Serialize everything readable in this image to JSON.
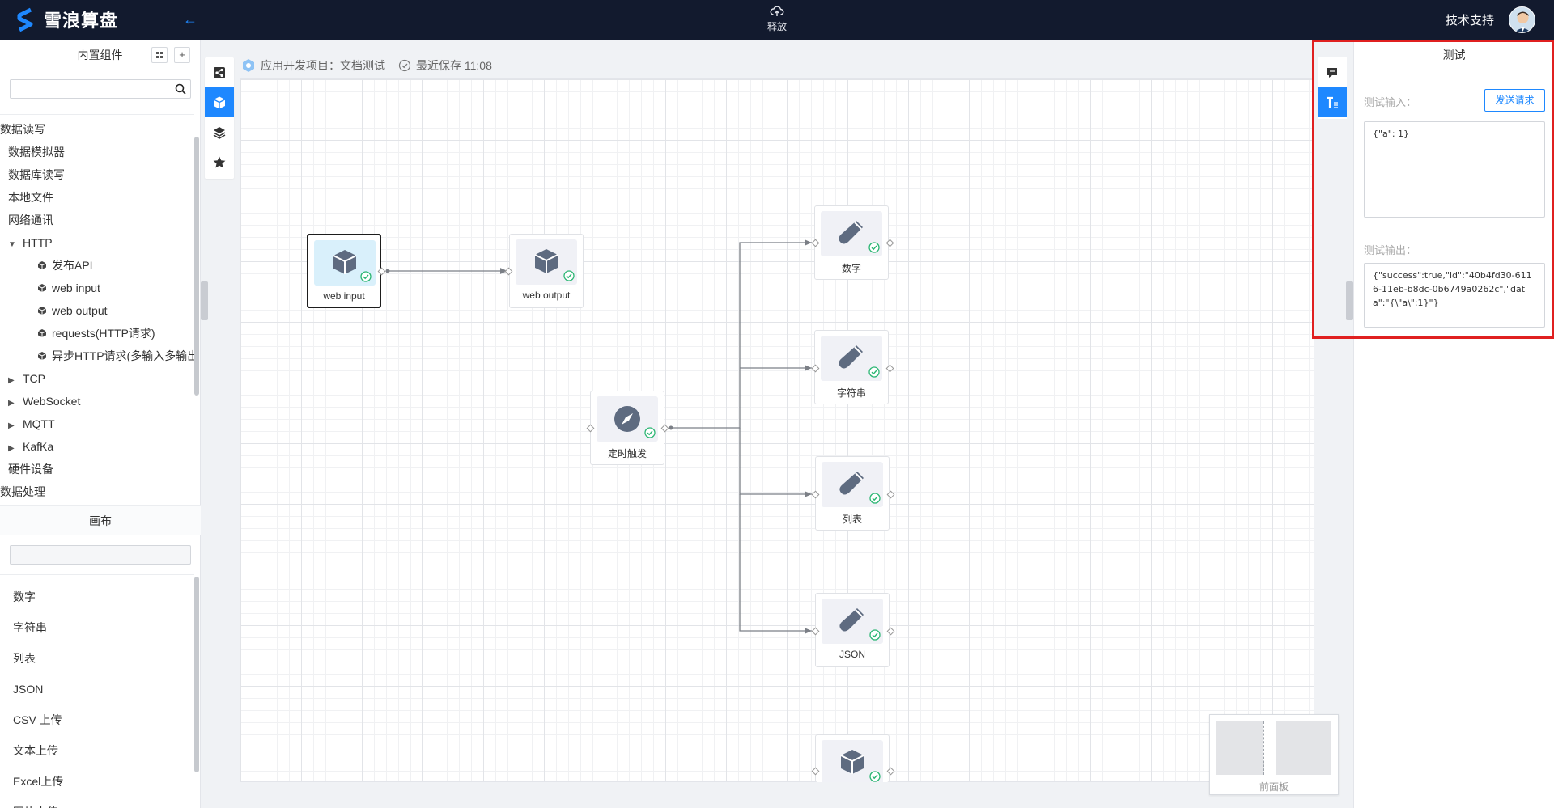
{
  "app": {
    "brand": "雪浪算盘",
    "release_label": "释放",
    "support_label": "技术支持"
  },
  "left_panel": {
    "title": "内置组件",
    "tree": [
      {
        "label": "数据读写",
        "indent": 0,
        "caret": "",
        "cube": false
      },
      {
        "label": "数据模拟器",
        "indent": 1,
        "caret": "",
        "cube": false
      },
      {
        "label": "数据库读写",
        "indent": 1,
        "caret": "",
        "cube": false
      },
      {
        "label": "本地文件",
        "indent": 1,
        "caret": "",
        "cube": false
      },
      {
        "label": "网络通讯",
        "indent": 1,
        "caret": "",
        "cube": false
      },
      {
        "label": "HTTP",
        "indent": 2,
        "caret": "▼",
        "cube": false
      },
      {
        "label": "发布API",
        "indent": 3,
        "caret": "",
        "cube": true
      },
      {
        "label": "web input",
        "indent": 3,
        "caret": "",
        "cube": true
      },
      {
        "label": "web output",
        "indent": 3,
        "caret": "",
        "cube": true
      },
      {
        "label": "requests(HTTP请求)",
        "indent": 3,
        "caret": "",
        "cube": true
      },
      {
        "label": "异步HTTP请求(多输入多输出)",
        "indent": 3,
        "caret": "",
        "cube": true
      },
      {
        "label": "TCP",
        "indent": 2,
        "caret": "▶",
        "cube": false
      },
      {
        "label": "WebSocket",
        "indent": 2,
        "caret": "▶",
        "cube": false
      },
      {
        "label": "MQTT",
        "indent": 2,
        "caret": "▶",
        "cube": false
      },
      {
        "label": "KafKa",
        "indent": 2,
        "caret": "▶",
        "cube": false
      },
      {
        "label": "硬件设备",
        "indent": 1,
        "caret": "",
        "cube": false
      },
      {
        "label": "数据处理",
        "indent": 0,
        "caret": "",
        "cube": false
      }
    ],
    "canvas_title": "画布",
    "canvas_items": [
      "数字",
      "字符串",
      "列表",
      "JSON",
      "CSV 上传",
      "文本上传",
      "Excel上传",
      "图片上传"
    ]
  },
  "breadcrumb": {
    "project": "应用开发项目：文档测试",
    "saved": "最近保存 11:08"
  },
  "nodes": {
    "web_input": "web input",
    "web_output": "web output",
    "number": "数字",
    "string": "字符串",
    "list": "列表",
    "json": "JSON",
    "timer": "定时触发"
  },
  "minimap": {
    "label": "前面板"
  },
  "right_panel": {
    "title": "测试",
    "input_label": "测试输入：",
    "send_button": "发送请求",
    "input_value": "{\"a\": 1}",
    "output_label": "测试输出：",
    "output_value": "{\"success\":true,\"id\":\"40b4fd30-6116-11eb-b8dc-0b6749a0262c\",\"data\":\"{\\\"a\\\":1}\"}"
  },
  "colors": {
    "accent": "#1e88ff",
    "topbar": "#121a2e",
    "highlight": "#e02020",
    "check": "#2bb673"
  }
}
